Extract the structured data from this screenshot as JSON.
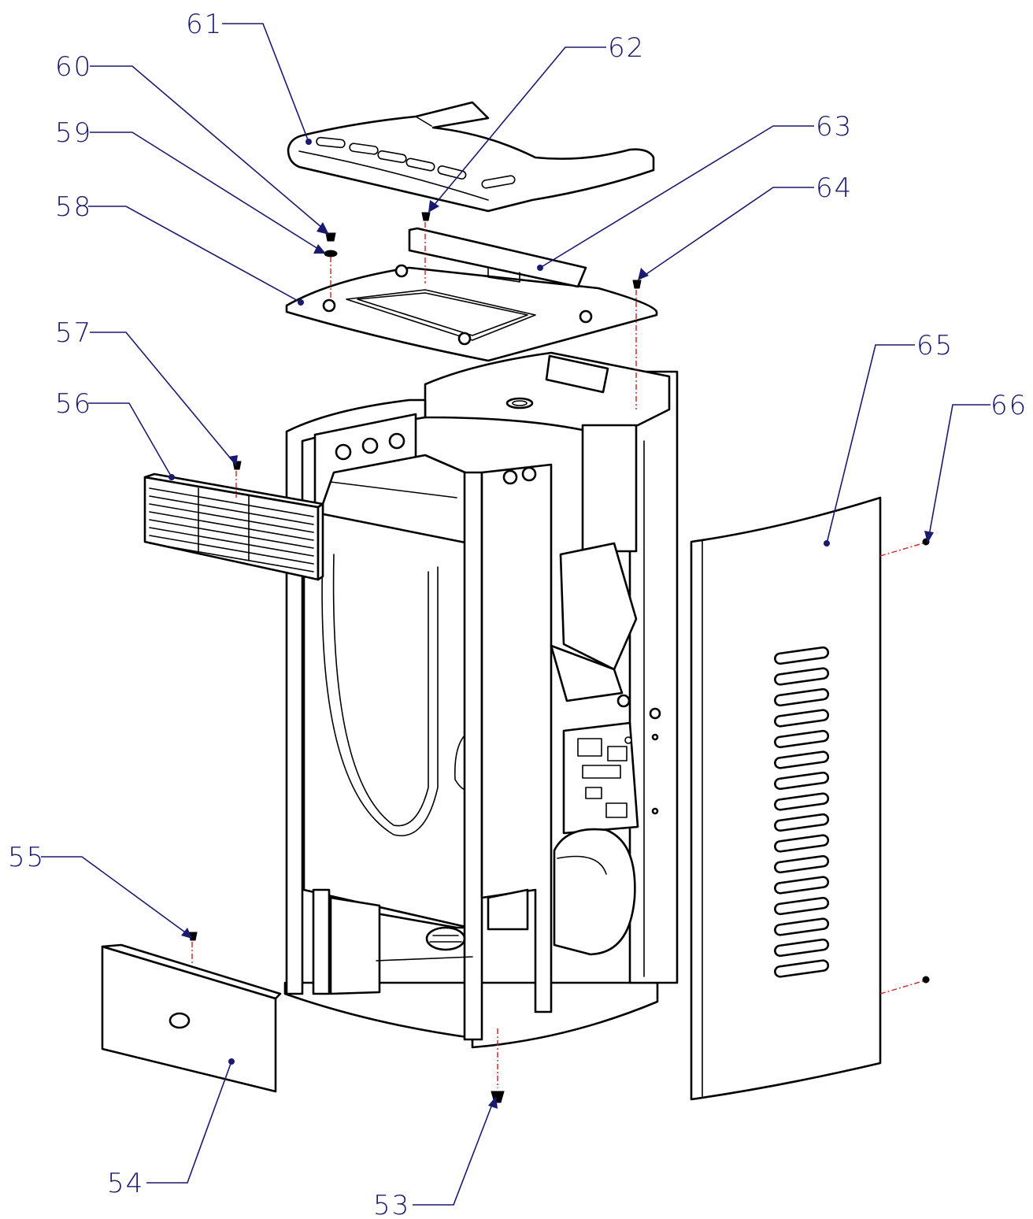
{
  "callouts": {
    "c53": "53",
    "c54": "54",
    "c55": "55",
    "c56": "56",
    "c57": "57",
    "c58": "58",
    "c59": "59",
    "c60": "60",
    "c61": "61",
    "c62": "62",
    "c63": "63",
    "c64": "64",
    "c65": "65",
    "c66": "66"
  },
  "colors": {
    "line": "#000000",
    "callout": "#1a1a6e",
    "axis": "#d22020",
    "background": "#ffffff"
  }
}
